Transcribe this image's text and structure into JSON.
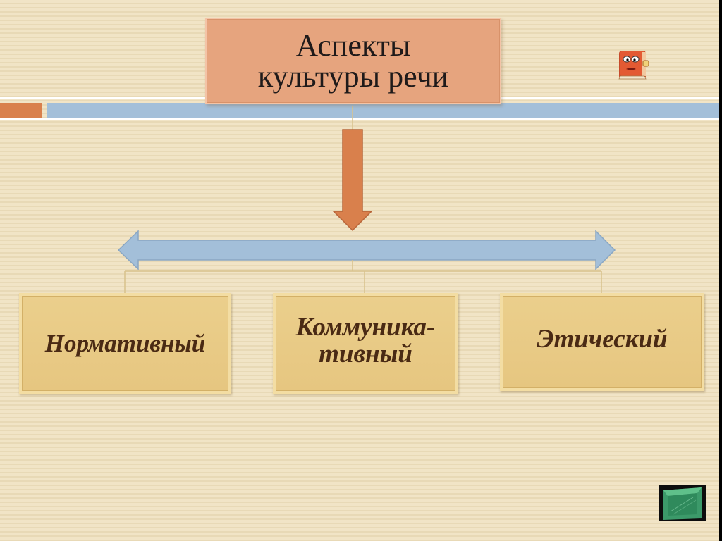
{
  "title": {
    "line1": "Аспекты",
    "line2": "культуры речи"
  },
  "aspects": [
    {
      "id": "normative",
      "line1": "Нормативный",
      "line2": ""
    },
    {
      "id": "communicative",
      "line1": "Коммуника-",
      "line2": "тивный"
    },
    {
      "id": "ethical",
      "line1": "Этический",
      "line2": ""
    }
  ],
  "colors": {
    "background": "#efe2c2",
    "title_fill": "#e6a47e",
    "node_fill": "#ebcf8c",
    "down_arrow": "#d9804c",
    "double_arrow": "#a3bfd9",
    "band_orange": "#d9804c",
    "band_blue": "#a3bfd9",
    "label_text": "#4a2a14"
  },
  "icons": {
    "top_right": "cartoon-book-face-icon",
    "bottom_right": "green-navigation-button-icon"
  }
}
